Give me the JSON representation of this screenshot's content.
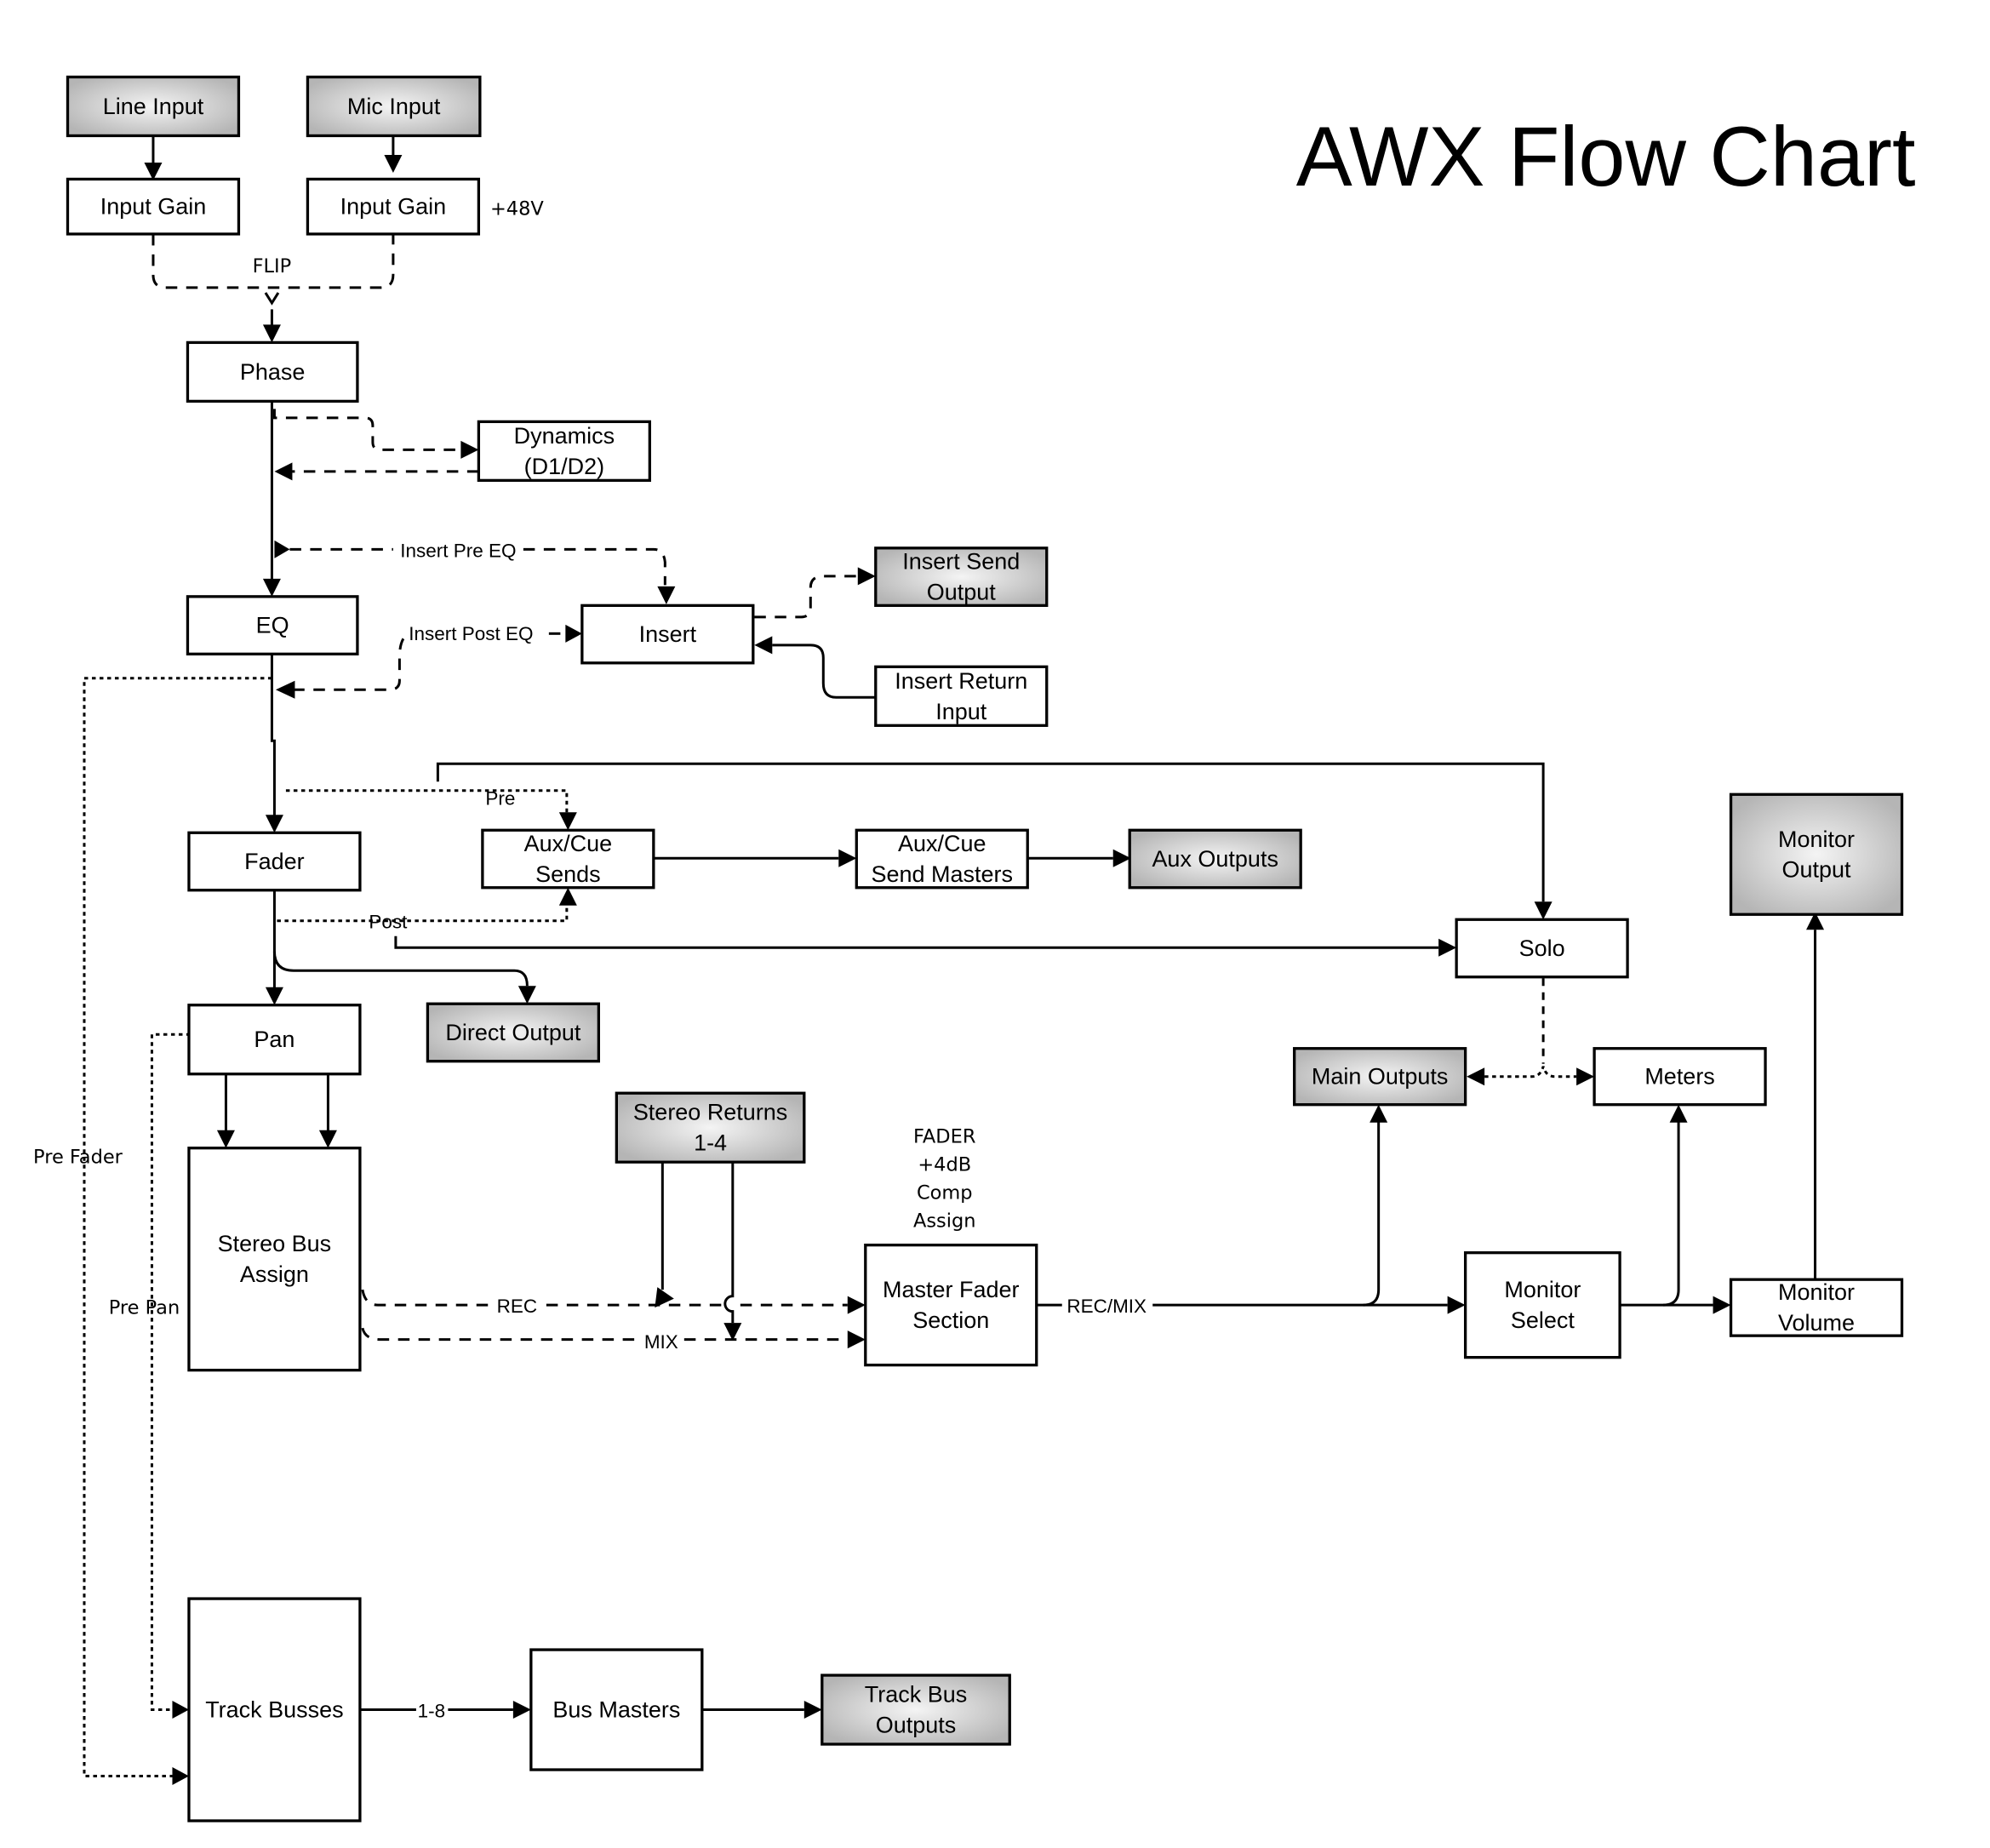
{
  "title": "AWX Flow Chart",
  "colors": {
    "line": "#000000",
    "box_fill": "#ffffff",
    "gray_center": "#f2f2f2",
    "gray_edge": "#b8b8b8"
  },
  "nodes": {
    "line_input": {
      "lines": [
        "Line Input"
      ],
      "style": "gray"
    },
    "mic_input": {
      "lines": [
        "Mic Input"
      ],
      "style": "gray"
    },
    "input_gain_line": {
      "lines": [
        "Input Gain"
      ],
      "style": "plain"
    },
    "input_gain_mic": {
      "lines": [
        "Input Gain"
      ],
      "style": "plain"
    },
    "phase": {
      "lines": [
        "Phase"
      ],
      "style": "plain"
    },
    "dynamics": {
      "lines": [
        "Dynamics",
        "(D1/D2)"
      ],
      "style": "plain"
    },
    "eq": {
      "lines": [
        "EQ"
      ],
      "style": "plain"
    },
    "insert": {
      "lines": [
        "Insert"
      ],
      "style": "plain"
    },
    "insert_send_output": {
      "lines": [
        "Insert Send",
        "Output"
      ],
      "style": "gray"
    },
    "insert_return_input": {
      "lines": [
        "Insert Return",
        "Input"
      ],
      "style": "plain"
    },
    "fader": {
      "lines": [
        "Fader"
      ],
      "style": "plain"
    },
    "aux_cue_sends": {
      "lines": [
        "Aux/Cue",
        "Sends"
      ],
      "style": "plain"
    },
    "aux_cue_send_masters": {
      "lines": [
        "Aux/Cue",
        "Send Masters"
      ],
      "style": "plain"
    },
    "aux_outputs": {
      "lines": [
        "Aux Outputs"
      ],
      "style": "gray"
    },
    "solo": {
      "lines": [
        "Solo"
      ],
      "style": "plain"
    },
    "monitor_output": {
      "lines": [
        "Monitor",
        "Output"
      ],
      "style": "gray"
    },
    "pan": {
      "lines": [
        "Pan"
      ],
      "style": "plain"
    },
    "direct_output": {
      "lines": [
        "Direct Output"
      ],
      "style": "gray"
    },
    "main_outputs": {
      "lines": [
        "Main Outputs"
      ],
      "style": "gray"
    },
    "meters": {
      "lines": [
        "Meters"
      ],
      "style": "plain"
    },
    "stereo_returns": {
      "lines": [
        "Stereo Returns",
        "1-4"
      ],
      "style": "gray"
    },
    "stereo_bus_assign": {
      "lines": [
        "Stereo Bus",
        "Assign"
      ],
      "style": "plain"
    },
    "master_fader_section": {
      "lines": [
        "Master Fader",
        "Section"
      ],
      "style": "plain"
    },
    "monitor_select": {
      "lines": [
        "Monitor",
        "Select"
      ],
      "style": "plain"
    },
    "monitor_volume": {
      "lines": [
        "Monitor",
        "Volume"
      ],
      "style": "plain"
    },
    "track_busses": {
      "lines": [
        "Track Busses"
      ],
      "style": "plain"
    },
    "bus_masters": {
      "lines": [
        "Bus Masters"
      ],
      "style": "plain"
    },
    "track_bus_outputs": {
      "lines": [
        "Track Bus",
        "Outputs"
      ],
      "style": "gray"
    }
  },
  "labels": {
    "plus48v": "+48V",
    "flip": "FLIP",
    "insert_pre_eq": "Insert Pre EQ",
    "insert_post_eq": "Insert Post EQ",
    "pre": "Pre",
    "post": "Post",
    "pre_fader": "Pre Fader",
    "pre_pan": "Pre Pan",
    "rec": "REC",
    "mix": "MIX",
    "rec_mix": "REC/MIX",
    "bus_range": "1-8",
    "master_notes": [
      "FADER",
      "+4dB",
      "Comp",
      "Assign"
    ]
  }
}
